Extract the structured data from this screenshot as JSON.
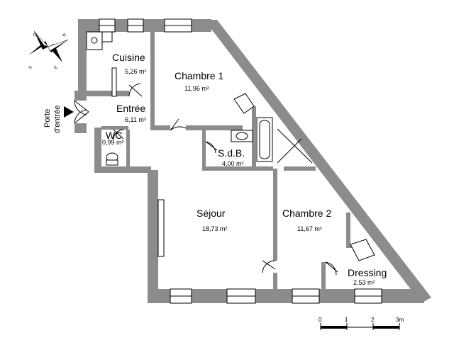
{
  "rooms": {
    "cuisine": {
      "name": "Cuisine",
      "area": "5,26 m²"
    },
    "chambre1": {
      "name": "Chambre 1",
      "area": "11,96 m²"
    },
    "entree": {
      "name": "Entrée",
      "area": "6,11 m²"
    },
    "wc": {
      "name": "WC",
      "area": "0,99 m²"
    },
    "sdb": {
      "name": "S.d.B.",
      "area": "4,00 m²"
    },
    "sejour": {
      "name": "Séjour",
      "area": "18,73 m²"
    },
    "chambre2": {
      "name": "Chambre 2",
      "area": "11,67 m²"
    },
    "dressing": {
      "name": "Dressing",
      "area": "2,53 m²"
    }
  },
  "entrance": {
    "line1": "Porte",
    "line2": "d'entrée"
  },
  "compass": {
    "n": "N",
    "s": "S",
    "e": "E",
    "o": "O"
  },
  "scale": {
    "t0": "0",
    "t1": "1",
    "t2": "2",
    "t3": "3m"
  },
  "colors": {
    "wall": "#8c8c8c",
    "line": "#000000",
    "background": "#ffffff"
  }
}
